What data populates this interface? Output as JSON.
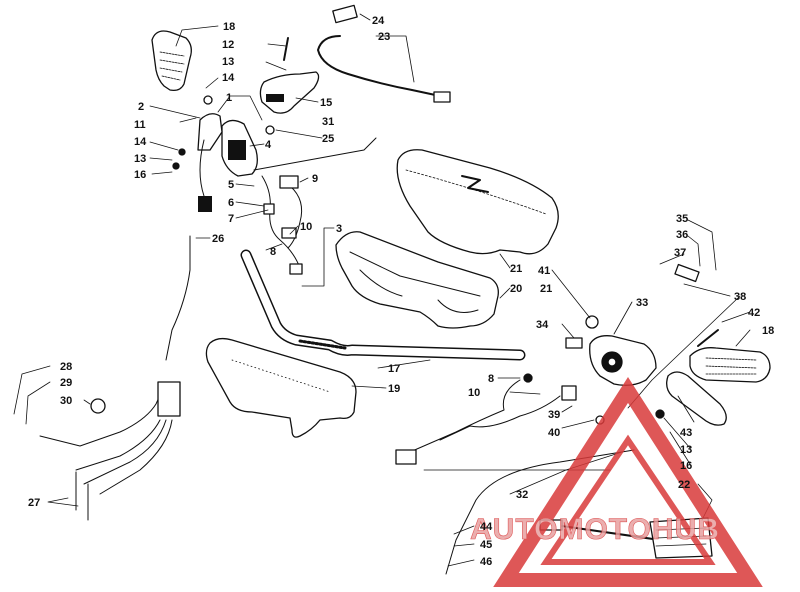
{
  "diagram": {
    "kind": "exploded parts diagram",
    "callouts": [
      {
        "id": "c1",
        "text": "1"
      },
      {
        "id": "c2",
        "text": "2"
      },
      {
        "id": "c3",
        "text": "3"
      },
      {
        "id": "c4",
        "text": "4"
      },
      {
        "id": "c5",
        "text": "5"
      },
      {
        "id": "c6",
        "text": "6"
      },
      {
        "id": "c7",
        "text": "7"
      },
      {
        "id": "c8a",
        "text": "8"
      },
      {
        "id": "c8b",
        "text": "8"
      },
      {
        "id": "c9",
        "text": "9"
      },
      {
        "id": "c10a",
        "text": "10"
      },
      {
        "id": "c10b",
        "text": "10"
      },
      {
        "id": "c11",
        "text": "11"
      },
      {
        "id": "c12",
        "text": "12"
      },
      {
        "id": "c13a",
        "text": "13"
      },
      {
        "id": "c13b",
        "text": "13"
      },
      {
        "id": "c13c",
        "text": "13"
      },
      {
        "id": "c14a",
        "text": "14"
      },
      {
        "id": "c14b",
        "text": "14"
      },
      {
        "id": "c15",
        "text": "15"
      },
      {
        "id": "c16a",
        "text": "16"
      },
      {
        "id": "c16b",
        "text": "16"
      },
      {
        "id": "c17",
        "text": "17"
      },
      {
        "id": "c18a",
        "text": "18"
      },
      {
        "id": "c18b",
        "text": "18"
      },
      {
        "id": "c19",
        "text": "19"
      },
      {
        "id": "c20",
        "text": "20"
      },
      {
        "id": "c21",
        "text": "21"
      },
      {
        "id": "c22",
        "text": "22"
      },
      {
        "id": "c23",
        "text": "23"
      },
      {
        "id": "c24",
        "text": "24"
      },
      {
        "id": "c25",
        "text": "25"
      },
      {
        "id": "c26",
        "text": "26"
      },
      {
        "id": "c27",
        "text": "27"
      },
      {
        "id": "c28",
        "text": "28"
      },
      {
        "id": "c29",
        "text": "29"
      },
      {
        "id": "c30",
        "text": "30"
      },
      {
        "id": "c31",
        "text": "31"
      },
      {
        "id": "c32",
        "text": "32"
      },
      {
        "id": "c33",
        "text": "33"
      },
      {
        "id": "c34",
        "text": "34"
      },
      {
        "id": "c35",
        "text": "35"
      },
      {
        "id": "c36",
        "text": "36"
      },
      {
        "id": "c37",
        "text": "37"
      },
      {
        "id": "c38",
        "text": "38"
      },
      {
        "id": "c39",
        "text": "39"
      },
      {
        "id": "c40",
        "text": "40"
      },
      {
        "id": "c41",
        "text": "41"
      },
      {
        "id": "c42",
        "text": "42"
      },
      {
        "id": "c43",
        "text": "43"
      },
      {
        "id": "c44",
        "text": "44"
      },
      {
        "id": "c45",
        "text": "45"
      },
      {
        "id": "c46",
        "text": "46"
      }
    ]
  },
  "watermark": {
    "text": "AUTOMOTOHUB",
    "color": "#d93a3a",
    "text_color": "#f0c8c8"
  },
  "colors": {
    "ink": "#111111",
    "background": "#ffffff"
  }
}
